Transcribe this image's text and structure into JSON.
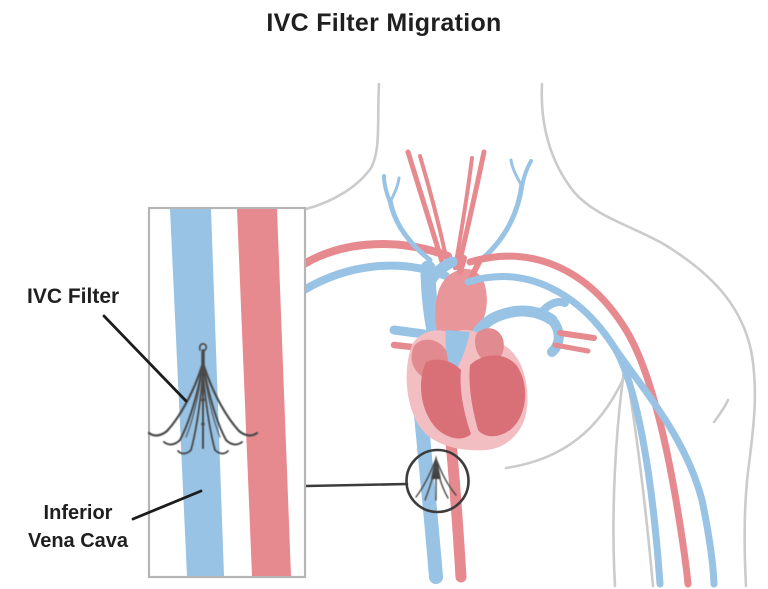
{
  "title": "IVC Filter Migration",
  "labels": {
    "ivc_filter": "IVC Filter",
    "inferior_vena_cava_line1": "Inferior",
    "inferior_vena_cava_line2": "Vena Cava"
  },
  "colors": {
    "text-dark": "#1f1f1f",
    "pointer-black": "#1c1c1c",
    "callout-dark": "#3c3c3c",
    "outline-gray": "#cbcbcb",
    "vein-blue": "#98c3e4",
    "artery-red": "#e78a8f",
    "aorta-red": "#e9969b",
    "heart-light": "#f3bec2",
    "heart-mid": "#e18b90",
    "heart-dark": "#d96f77",
    "inset-border": "#b5b5b5",
    "filter-device": "#4a4a4a"
  }
}
